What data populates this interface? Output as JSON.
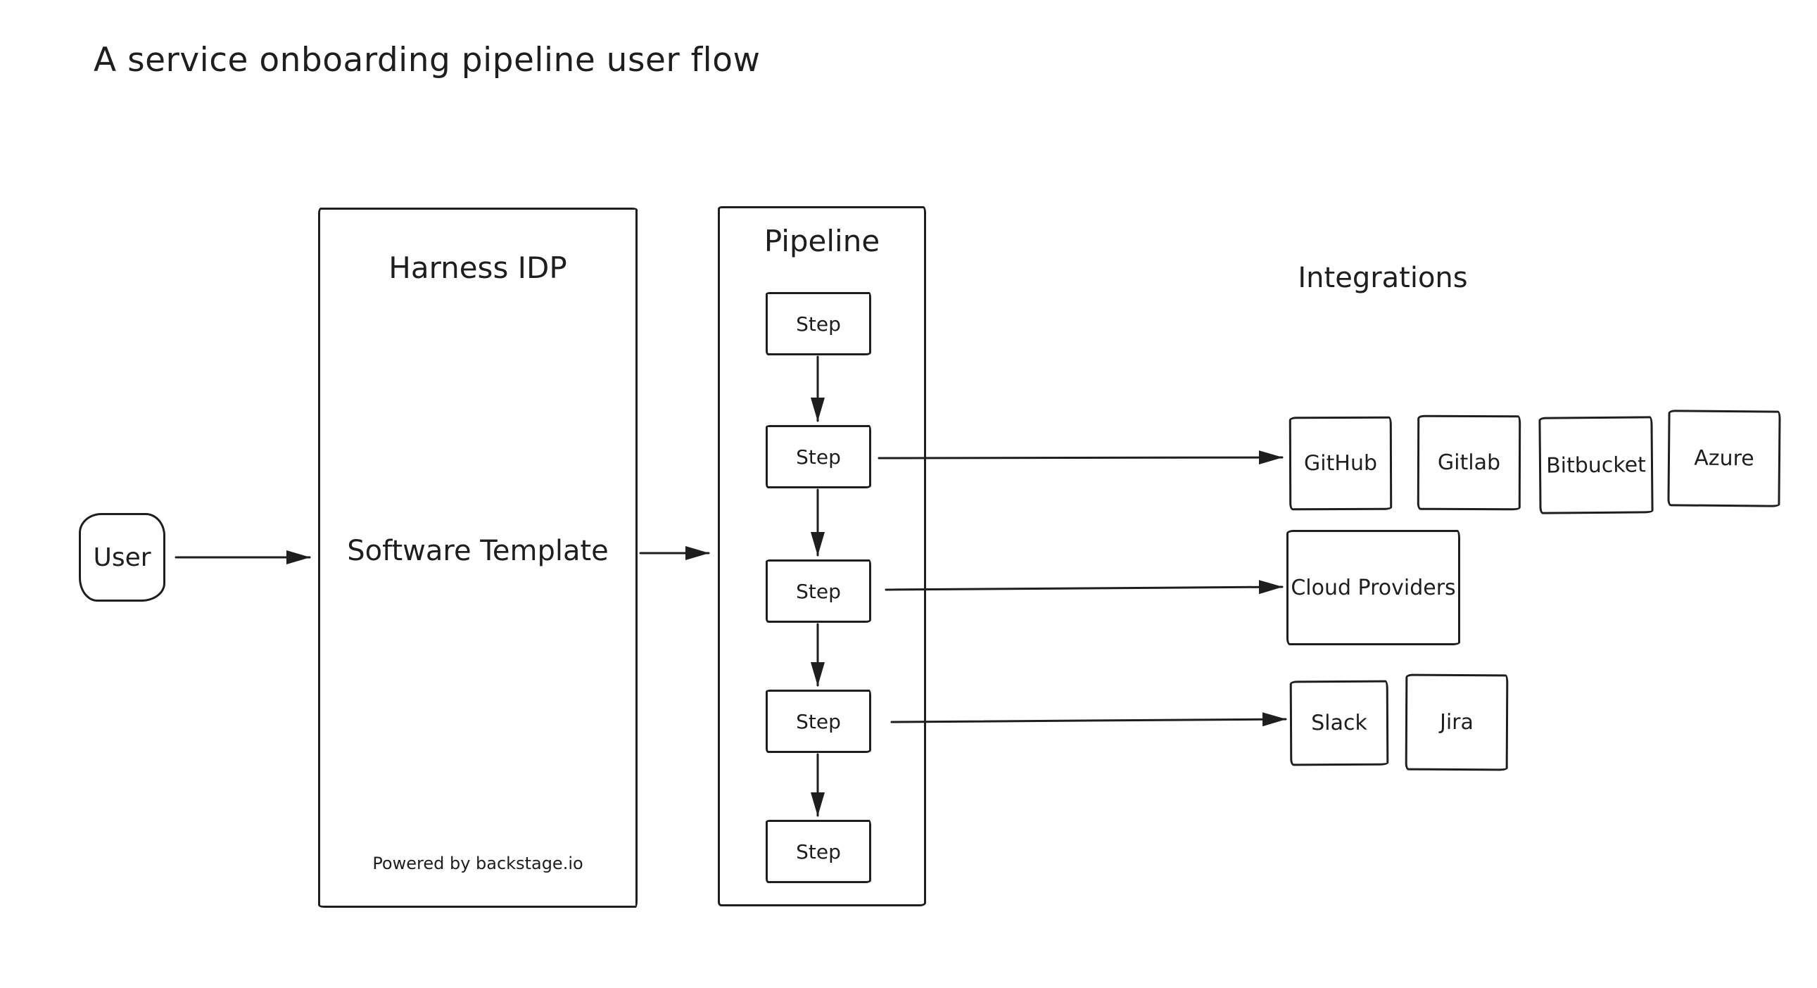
{
  "title": "A service onboarding pipeline user flow",
  "palette": {
    "stroke": "#1e1e1e",
    "background": "#ffffff"
  },
  "user": {
    "label": "User"
  },
  "harness": {
    "title": "Harness IDP",
    "template_label": "Software Template",
    "footer": "Powered by backstage.io"
  },
  "pipeline": {
    "title": "Pipeline",
    "steps": [
      {
        "label": "Step"
      },
      {
        "label": "Step"
      },
      {
        "label": "Step"
      },
      {
        "label": "Step"
      },
      {
        "label": "Step"
      }
    ]
  },
  "integrations": {
    "title": "Integrations",
    "source_control": [
      {
        "label": "GitHub"
      },
      {
        "label": "Gitlab"
      },
      {
        "label": "Bitbucket"
      },
      {
        "label": "Azure"
      }
    ],
    "cloud": {
      "label": "Cloud Providers"
    },
    "collaboration": [
      {
        "label": "Slack"
      },
      {
        "label": "Jira"
      }
    ]
  },
  "connectors": [
    {
      "from": "User",
      "to": "Harness IDP"
    },
    {
      "from": "Software Template",
      "to": "Pipeline"
    },
    {
      "from": "Step 1",
      "to": "Step 2"
    },
    {
      "from": "Step 2",
      "to": "Step 3"
    },
    {
      "from": "Step 3",
      "to": "Step 4"
    },
    {
      "from": "Step 4",
      "to": "Step 5"
    },
    {
      "from": "Step 2",
      "to": "GitHub"
    },
    {
      "from": "Step 3",
      "to": "Cloud Providers"
    },
    {
      "from": "Step 4",
      "to": "Slack"
    }
  ]
}
